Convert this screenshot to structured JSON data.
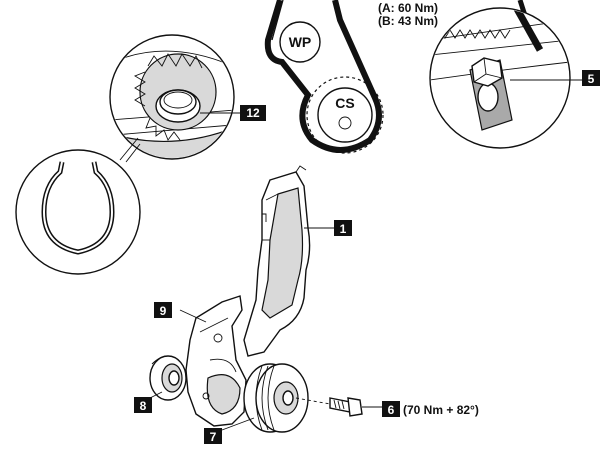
{
  "torque_notes": {
    "a": "(A: 60 Nm)",
    "b": "(B: 43 Nm)",
    "bolt_6": "(70 Nm + 82°)"
  },
  "pulley_labels": {
    "water_pump": "WP",
    "crankshaft": "CS"
  },
  "callouts": {
    "c1": "1",
    "c5": "5",
    "c6": "6",
    "c7": "7",
    "c8": "8",
    "c9": "9",
    "c12": "12"
  },
  "colors": {
    "line": "#111111",
    "callout_bg": "#111111",
    "callout_text": "#ffffff",
    "shade": "#d9d9d9"
  }
}
